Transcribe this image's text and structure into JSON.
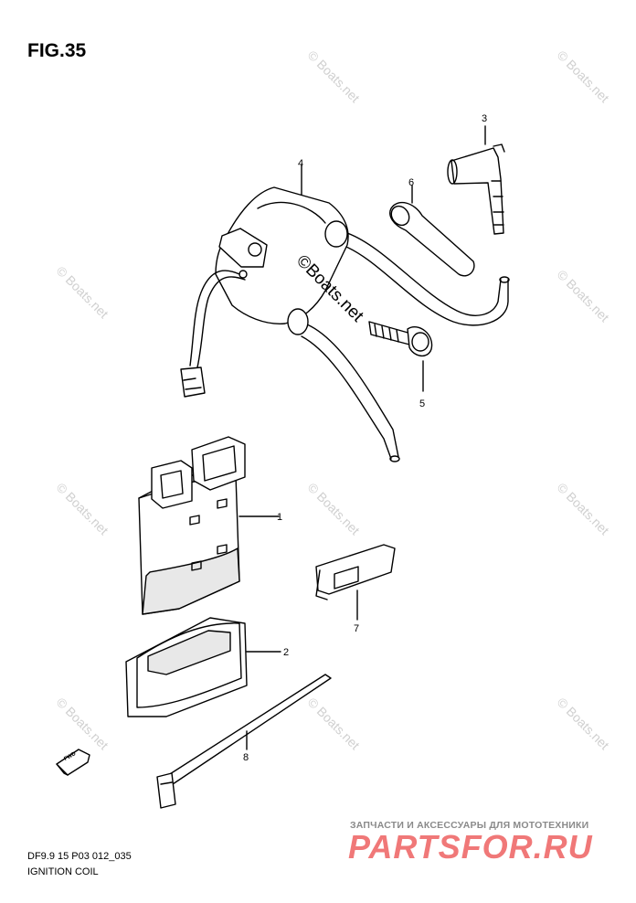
{
  "figure": {
    "title": "FIG.35"
  },
  "callouts": {
    "p1": "1",
    "p2": "2",
    "p3": "3",
    "p4": "4",
    "p5": "5",
    "p6": "6",
    "p7": "7",
    "p8": "8"
  },
  "watermark": {
    "text": "©Boats.net",
    "repeat": "© Boats.net"
  },
  "fwd_arrow": {
    "label": "FWD"
  },
  "footer": {
    "code": "DF9.9 15 P03 012_035",
    "name": "IGNITION COIL"
  },
  "branding": {
    "tagline": "ЗАПЧАСТИ И АКСЕССУАРЫ ДЛЯ МОТОТЕХНИКИ",
    "logo": "PARTSFOR.RU"
  }
}
